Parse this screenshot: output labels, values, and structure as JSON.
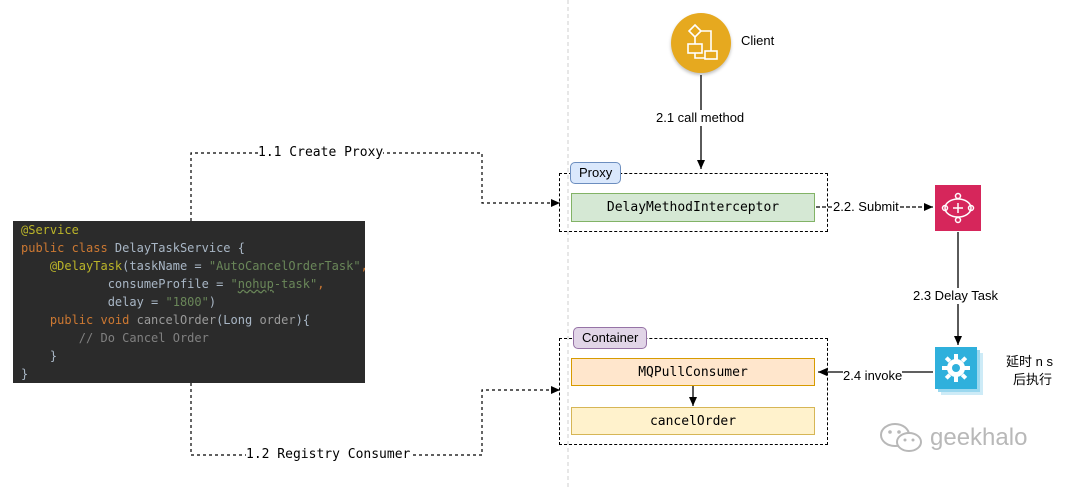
{
  "code": {
    "lines": [
      {
        "parts": [
          {
            "t": "@Service",
            "c": "c-ann"
          }
        ]
      },
      {
        "parts": [
          {
            "t": "public class ",
            "c": "c-kw"
          },
          {
            "t": "DelayTaskService {",
            "c": "c-fn"
          }
        ]
      },
      {
        "parts": [
          {
            "t": "    @DelayTask",
            "c": "c-ann"
          },
          {
            "t": "(taskName = ",
            "c": "c-fn"
          },
          {
            "t": "\"AutoCancelOrderTask\"",
            "c": "c-str"
          },
          {
            "t": ",",
            "c": "c-kw"
          }
        ]
      },
      {
        "parts": [
          {
            "t": "            consumeProfile = ",
            "c": "c-fn"
          },
          {
            "t": "\"",
            "c": "c-str"
          },
          {
            "t": "nohup",
            "c": "c-str c-und"
          },
          {
            "t": "-task\"",
            "c": "c-str"
          },
          {
            "t": ",",
            "c": "c-kw"
          }
        ]
      },
      {
        "parts": [
          {
            "t": "            delay = ",
            "c": "c-fn"
          },
          {
            "t": "\"1800\"",
            "c": "c-str"
          },
          {
            "t": ")",
            "c": "c-fn"
          }
        ]
      },
      {
        "parts": [
          {
            "t": "    public void ",
            "c": "c-kw"
          },
          {
            "t": "cancelOrder",
            "c": "c-grey"
          },
          {
            "t": "(Long ",
            "c": "c-fn"
          },
          {
            "t": "order",
            "c": "c-grey"
          },
          {
            "t": "){",
            "c": "c-fn"
          }
        ]
      },
      {
        "parts": [
          {
            "t": "        // Do Cancel Order",
            "c": "c-cmt"
          }
        ]
      },
      {
        "parts": [
          {
            "t": "    }",
            "c": "c-fn"
          }
        ]
      },
      {
        "parts": [
          {
            "t": "}",
            "c": "c-fn"
          }
        ]
      }
    ]
  },
  "labels": {
    "create_proxy": "1.1 Create Proxy",
    "registry_consumer": "1.2 Registry Consumer",
    "client": "Client",
    "call_method": "2.1 call method",
    "submit": "2.2. Submit",
    "delay_task": "2.3 Delay Task",
    "invoke": "2.4 invoke",
    "delay_note_line1": "延时 n s",
    "delay_note_line2": "后执行"
  },
  "proxy_group": {
    "tag": "Proxy",
    "node": "DelayMethodInterceptor"
  },
  "container_group": {
    "tag": "Container",
    "consumer_node": "MQPullConsumer",
    "cancel_node": "cancelOrder"
  },
  "watermark": {
    "text": "geekhalo"
  },
  "colors": {
    "client_icon": "#e6a91f",
    "mq_icon": "#d6265b",
    "task_icon": "#2fb0dc",
    "proxy_tag_bg": "#dae8fc",
    "container_tag_bg": "#e1d5e7",
    "interceptor_bg": "#d5e8d4",
    "consumer_bg": "#ffe6cc",
    "cancel_bg": "#fff2cc"
  },
  "icons": [
    "flowchart-icon",
    "queue-hub-icon",
    "gear-task-icon",
    "wechat-icon"
  ]
}
